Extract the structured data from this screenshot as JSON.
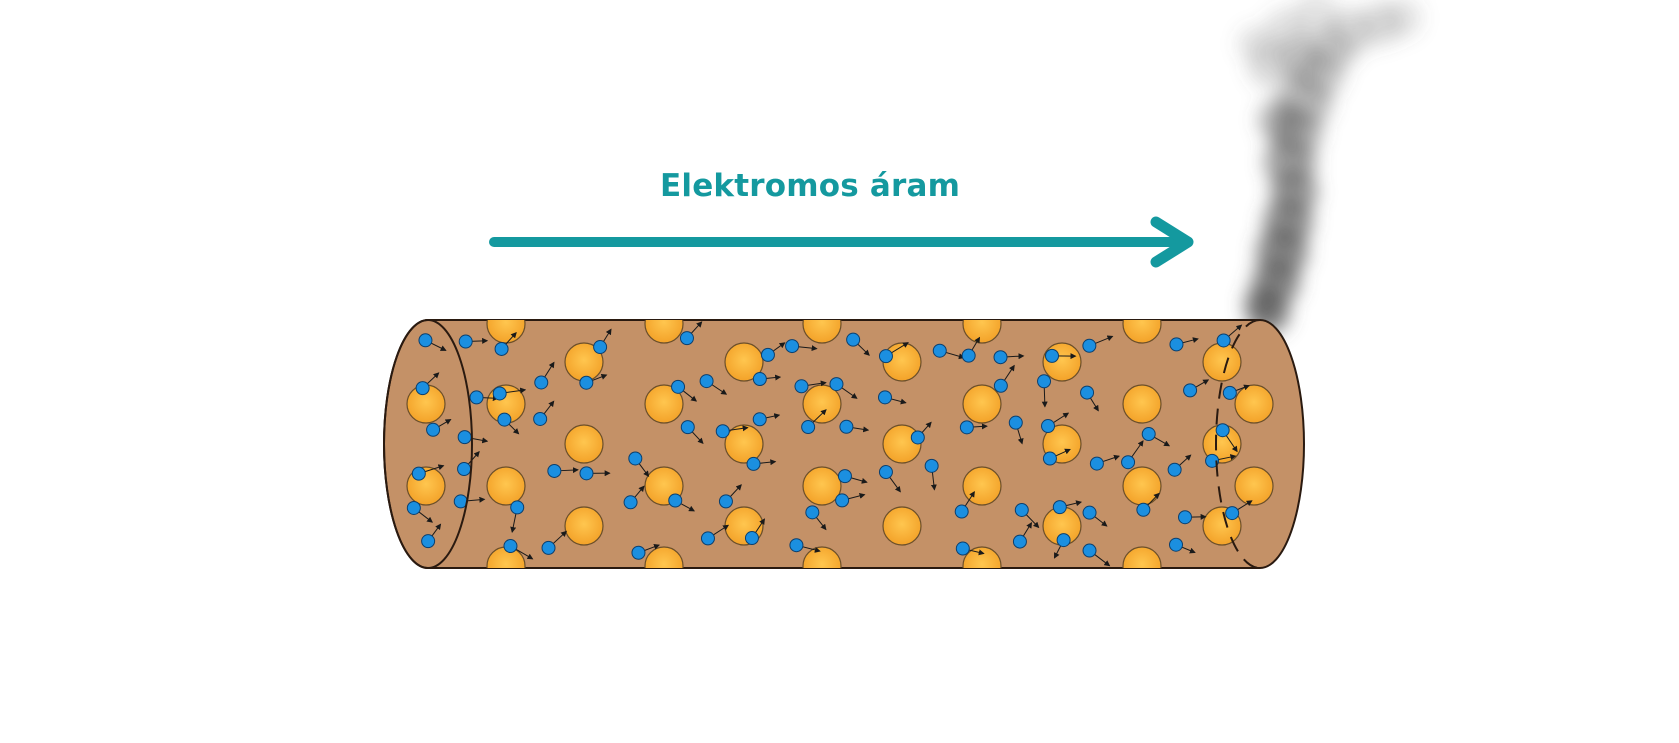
{
  "label": "Elektromos áram",
  "colors": {
    "arrow": "#14999f",
    "label": "#14999f",
    "wire_body": "#c49167",
    "wire_outline": "#2a1a10",
    "ion_fill": "#fbb03b",
    "ion_stroke": "#6b4f2a",
    "electron_fill": "#1b8fe0",
    "electron_stroke": "#0b3f6e",
    "smoke": "#5a5a5a"
  },
  "icons": {
    "ion": "positive-ion-circle",
    "electron": "electron-dot-with-velocity-arrow",
    "smoke": "smoke-plume"
  }
}
